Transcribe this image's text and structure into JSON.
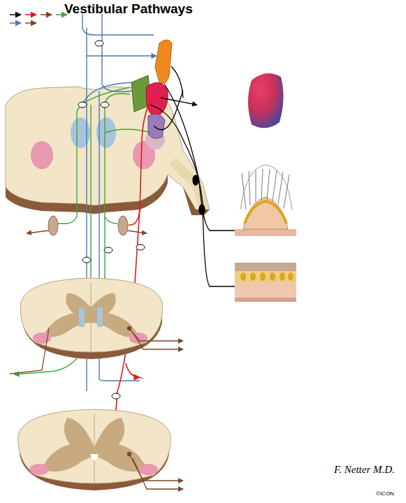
{
  "diagram": {
    "title": "Vestibular Pathways",
    "labels": [
      "F. Netter M.D.",
      "©ICON"
    ]
  }
}
